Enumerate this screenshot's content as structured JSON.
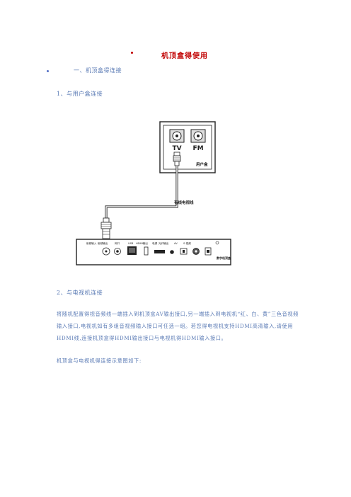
{
  "doc": {
    "title": "机顶盒得使用",
    "section1": "一、机顶盒得连接",
    "sub1": "1、与用户盒连接",
    "sub2": "2、与电视机连接",
    "para": "将随机配置得视音频线一端插入到机顶盒AV输出接口,另一端插入到电视机“红、白、黄”三色音视频输入接口,电视机如有多组音视频输入接口可任选一组。若您得电视机支持HDMI高清输入,请使用HDMI线,连接机顶盒得HDMI输出接口与电视机得HDMI输入接口。",
    "para2": "机顶盒与电视机得连接示意图如下:"
  },
  "diagram": {
    "tv_label": "TV",
    "fm_label": "FM",
    "wall_box_label": "用户盒",
    "cable_label": "有线电视线",
    "stb_label": "数字机顶盒",
    "port_labels": [
      "射频输入",
      "射频输出",
      "网口",
      "USB",
      "HDMI输出",
      "电源",
      "光纤输出",
      "AV",
      "S-视频"
    ]
  }
}
